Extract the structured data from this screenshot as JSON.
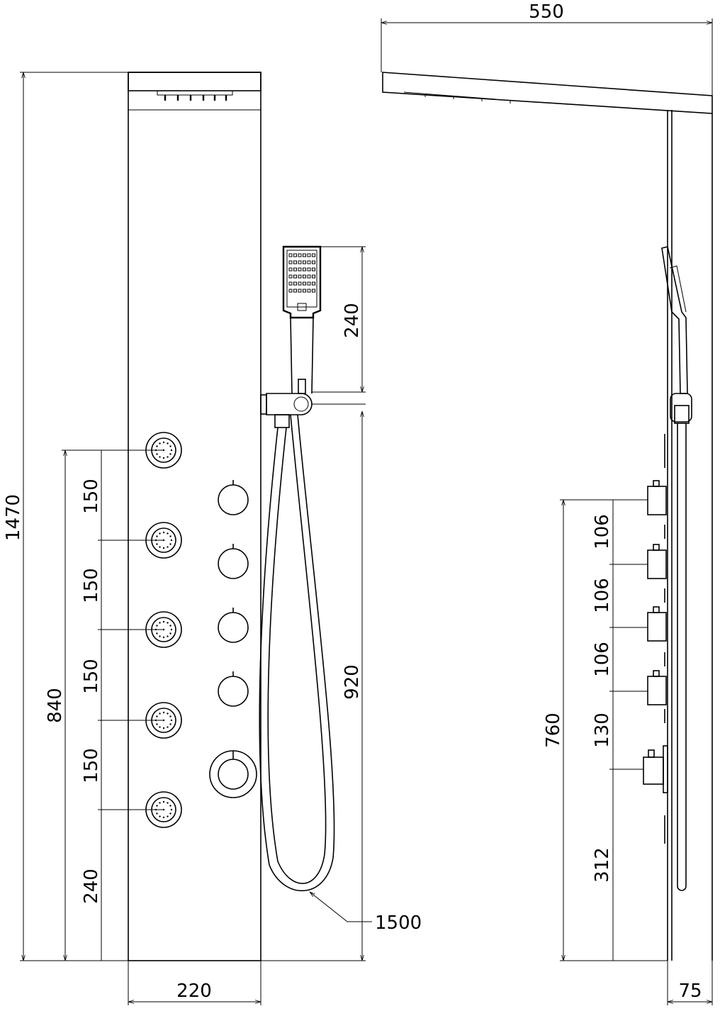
{
  "front_view": {
    "overall_height": "1470",
    "jets_span": "840",
    "jet_spacing": [
      "150",
      "150",
      "150",
      "150"
    ],
    "bottom_jet_height": "240",
    "width": "220",
    "handshower_length": "240",
    "holder_height": "920",
    "hose_length": "1500"
  },
  "side_view": {
    "head_projection": "550",
    "depth": "75",
    "valve_span": "760",
    "valve_spacing": [
      "106",
      "106",
      "106",
      "130"
    ],
    "bottom_valve_height": "312"
  }
}
